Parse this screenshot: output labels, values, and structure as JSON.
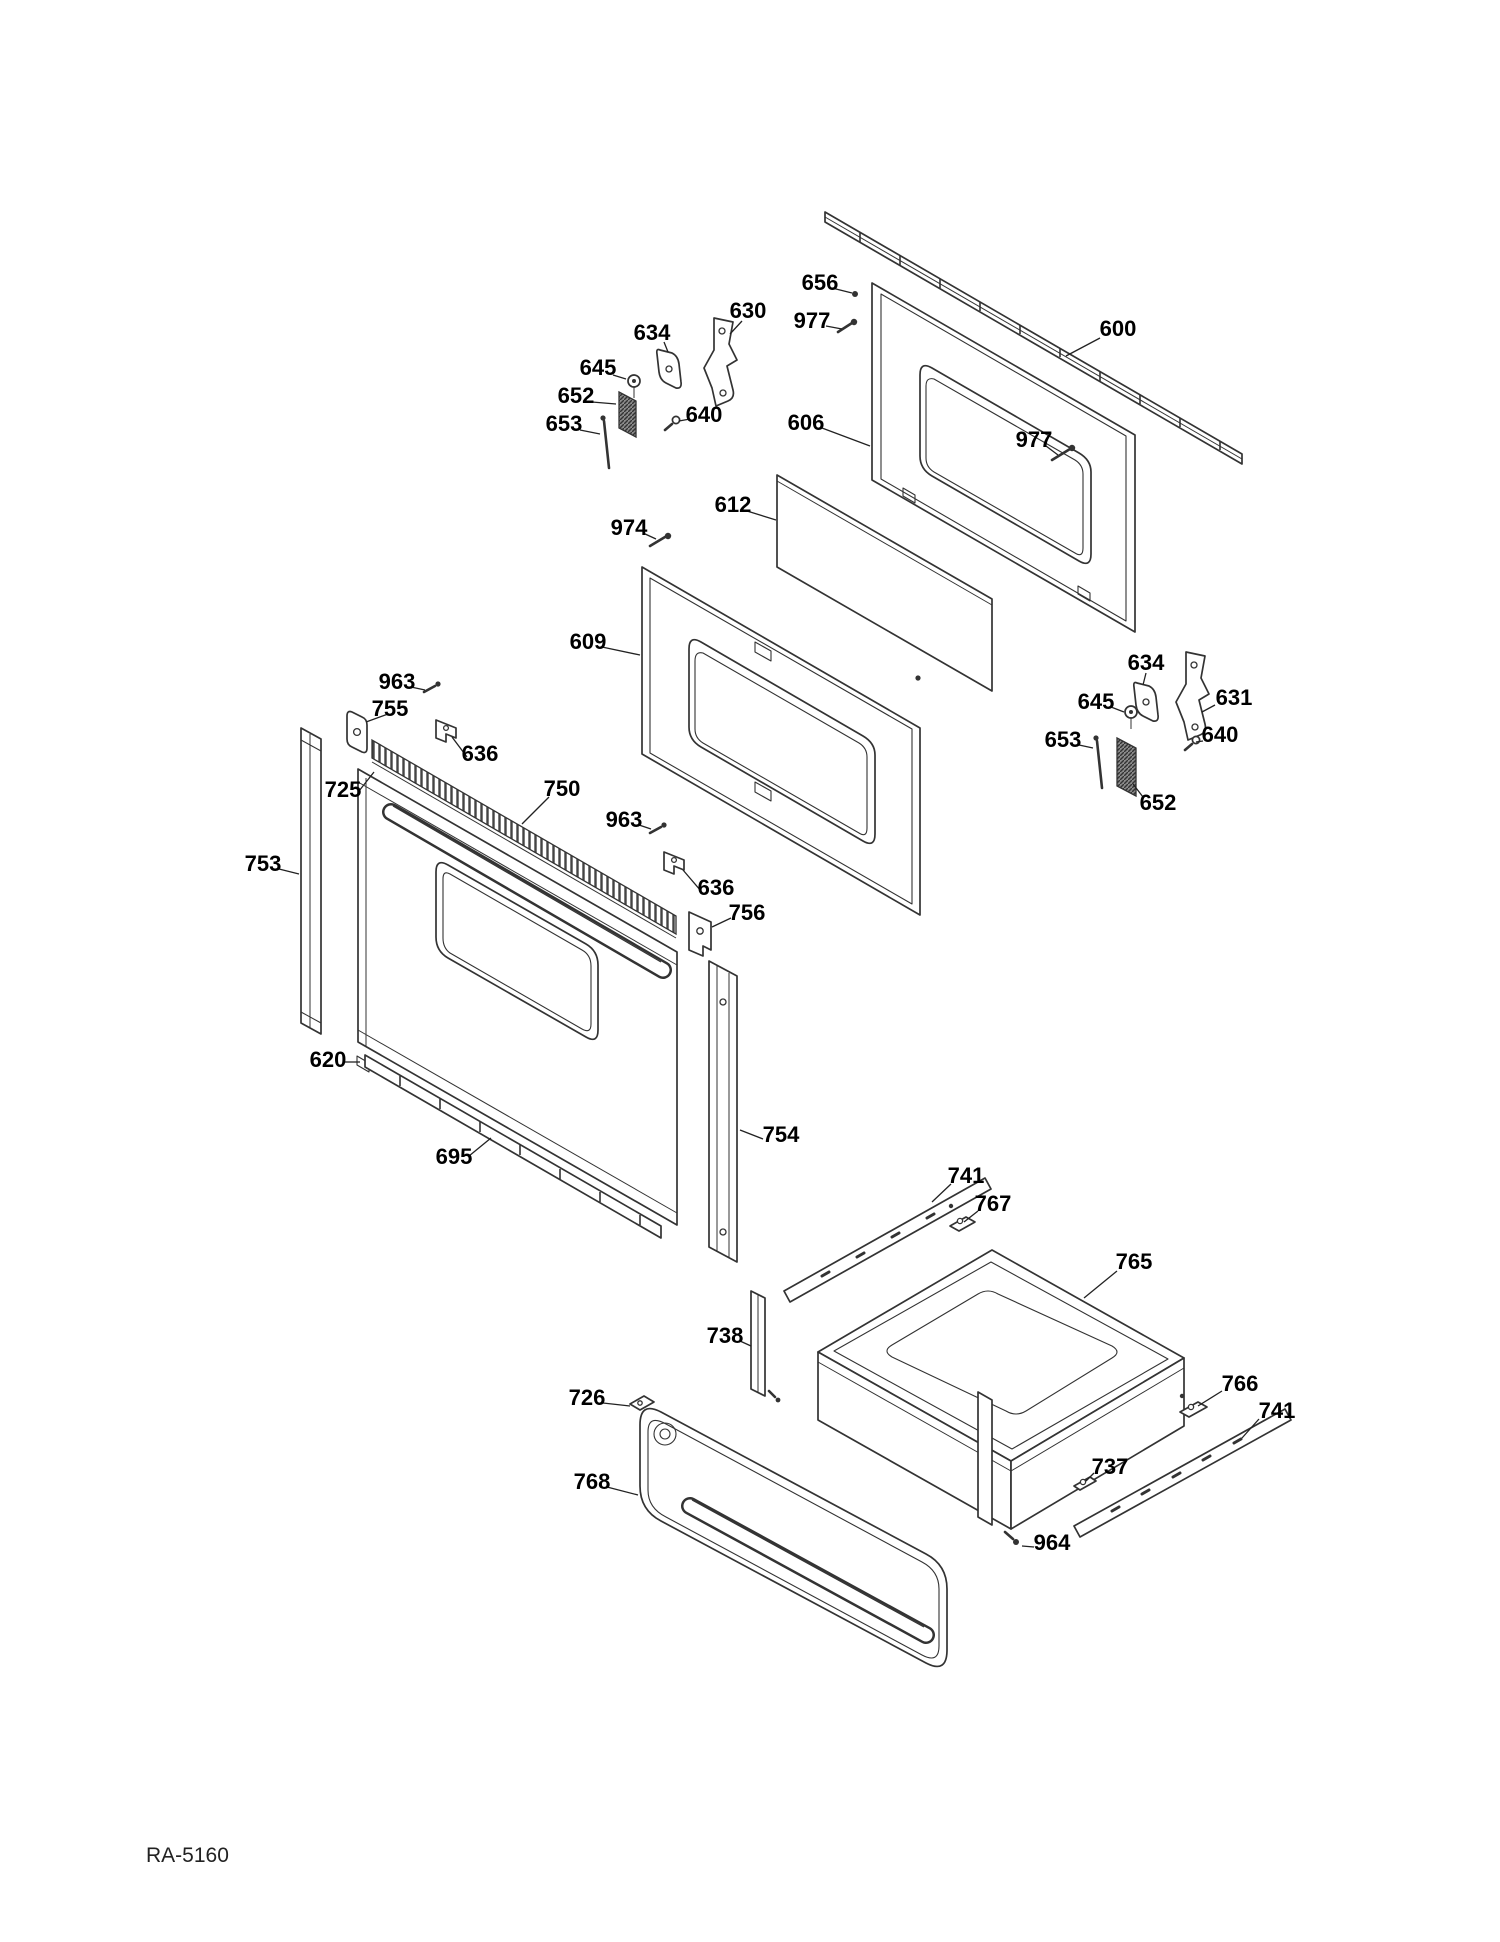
{
  "page": {
    "background": "#ffffff",
    "line_color": "#333333"
  },
  "footer": {
    "code": "RA-5160"
  },
  "diagram": {
    "description": "Exploded parts diagram of range oven door and storage drawer",
    "labels": [
      {
        "name": "label-656",
        "text": "656"
      },
      {
        "name": "label-977a",
        "text": "977"
      },
      {
        "name": "label-600",
        "text": "600"
      },
      {
        "name": "label-630",
        "text": "630"
      },
      {
        "name": "label-634a",
        "text": "634"
      },
      {
        "name": "label-645a",
        "text": "645"
      },
      {
        "name": "label-652a",
        "text": "652"
      },
      {
        "name": "label-653a",
        "text": "653"
      },
      {
        "name": "label-640a",
        "text": "640"
      },
      {
        "name": "label-606",
        "text": "606"
      },
      {
        "name": "label-977b",
        "text": "977"
      },
      {
        "name": "label-612",
        "text": "612"
      },
      {
        "name": "label-974",
        "text": "974"
      },
      {
        "name": "label-609",
        "text": "609"
      },
      {
        "name": "label-963a",
        "text": "963"
      },
      {
        "name": "label-755",
        "text": "755"
      },
      {
        "name": "label-636a",
        "text": "636"
      },
      {
        "name": "label-725",
        "text": "725"
      },
      {
        "name": "label-750",
        "text": "750"
      },
      {
        "name": "label-963b",
        "text": "963"
      },
      {
        "name": "label-753",
        "text": "753"
      },
      {
        "name": "label-636b",
        "text": "636"
      },
      {
        "name": "label-756",
        "text": "756"
      },
      {
        "name": "label-620",
        "text": "620"
      },
      {
        "name": "label-695",
        "text": "695"
      },
      {
        "name": "label-754",
        "text": "754"
      },
      {
        "name": "label-741a",
        "text": "741"
      },
      {
        "name": "label-767",
        "text": "767"
      },
      {
        "name": "label-765",
        "text": "765"
      },
      {
        "name": "label-738",
        "text": "738"
      },
      {
        "name": "label-726",
        "text": "726"
      },
      {
        "name": "label-766",
        "text": "766"
      },
      {
        "name": "label-741b",
        "text": "741"
      },
      {
        "name": "label-737",
        "text": "737"
      },
      {
        "name": "label-768",
        "text": "768"
      },
      {
        "name": "label-964",
        "text": "964"
      },
      {
        "name": "label-634b",
        "text": "634"
      },
      {
        "name": "label-631",
        "text": "631"
      },
      {
        "name": "label-645b",
        "text": "645"
      },
      {
        "name": "label-640b",
        "text": "640"
      },
      {
        "name": "label-653b",
        "text": "653"
      },
      {
        "name": "label-652b",
        "text": "652"
      }
    ]
  }
}
